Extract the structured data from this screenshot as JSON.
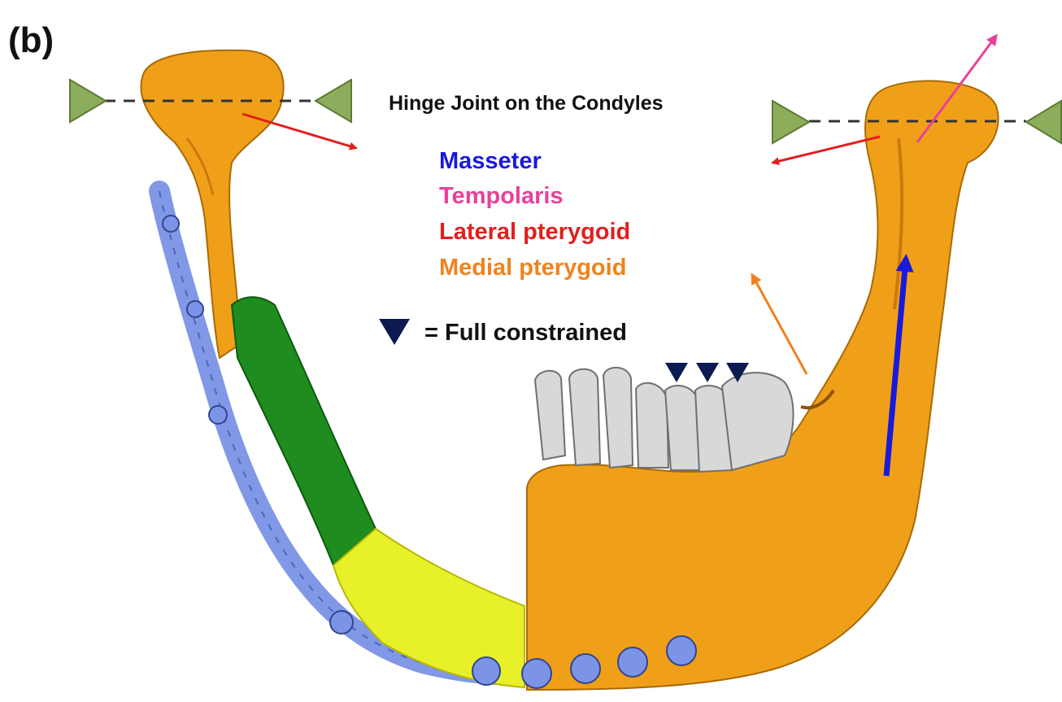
{
  "panel_label": "(b)",
  "hinge_label": "Hinge Joint on the Condyles",
  "legend": {
    "muscles": [
      {
        "name": "Masseter",
        "color": "#1a1adc"
      },
      {
        "name": "Tempolaris",
        "color": "#e8409a"
      },
      {
        "name": "Lateral pterygoid",
        "color": "#e0201e"
      },
      {
        "name": "Medial pterygoid",
        "color": "#f0821e"
      }
    ],
    "constraint_text": "= Full constrained"
  },
  "colors": {
    "bone": "#f0a018",
    "bone_shadow": "#c87a0c",
    "graft_dark": "#1e8c1e",
    "graft_light": "#e8f02a",
    "plate": "#6a86e0",
    "teeth": "#d8d8d8",
    "hinge_triangle": "#8cae5c",
    "constraint_marker": "#0c1a52",
    "masseter": "#1a1adc",
    "temporalis": "#e8409a",
    "lateral_pterygoid": "#e0201e",
    "medial_pterygoid": "#f0821e"
  }
}
